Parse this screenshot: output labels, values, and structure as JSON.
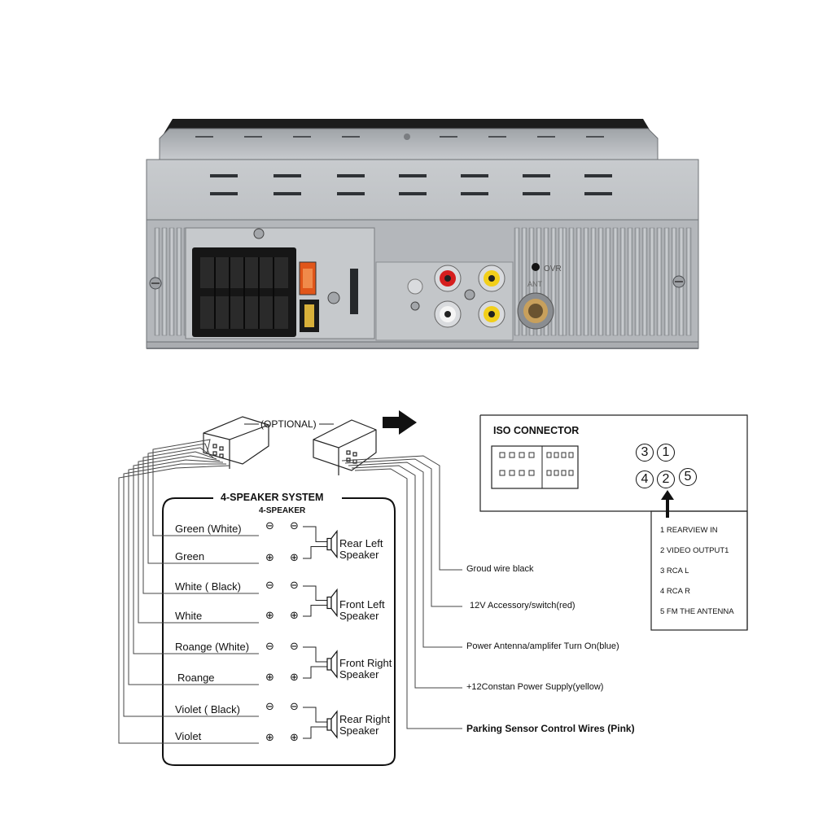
{
  "photo": {
    "ovr_label": "OVR",
    "ant_label": "ANT"
  },
  "optional_label": "(OPTIONAL)",
  "speaker_box": {
    "title": "4-SPEAKER SYSTEM",
    "subtitle": "4-SPEAKER"
  },
  "wires_left": [
    {
      "label": "Green (White)",
      "sign": "⊖"
    },
    {
      "label": "Green",
      "sign": "⊕"
    },
    {
      "label": "White ( Black)",
      "sign": "⊖"
    },
    {
      "label": "White",
      "sign": "⊕"
    },
    {
      "label": "Roange (White)",
      "sign": "⊖"
    },
    {
      "label": "Roange",
      "sign": "⊕"
    },
    {
      "label": "Violet ( Black)",
      "sign": "⊖"
    },
    {
      "label": "Violet",
      "sign": "⊕"
    }
  ],
  "speakers": [
    {
      "line1": "Rear Left",
      "line2": "Speaker"
    },
    {
      "line1": "Front Left",
      "line2": "Speaker"
    },
    {
      "line1": "Front Right",
      "line2": "Speaker"
    },
    {
      "line1": "Rear Right",
      "line2": "Speaker"
    }
  ],
  "wires_right": [
    "Groud wire black",
    "12V Accessory/switch(red)",
    "Power Antenna/amplifer Turn On(blue)",
    "+12Constan Power Supply(yellow)",
    "Parking Sensor Control Wires (Pink)"
  ],
  "iso": {
    "title": "ISO CONNECTOR",
    "pins": [
      "3",
      "1",
      "4",
      "2",
      "5"
    ],
    "legend": [
      "1 REARVIEW IN",
      "2 VIDEO OUTPUT1",
      "3 RCA L",
      "4 RCA R",
      "5 FM THE ANTENNA"
    ]
  },
  "colors": {
    "red": "#d61e1e",
    "yellow": "#f2cf1a",
    "metal": "#b9bcbf",
    "dark": "#1a1a1a"
  }
}
